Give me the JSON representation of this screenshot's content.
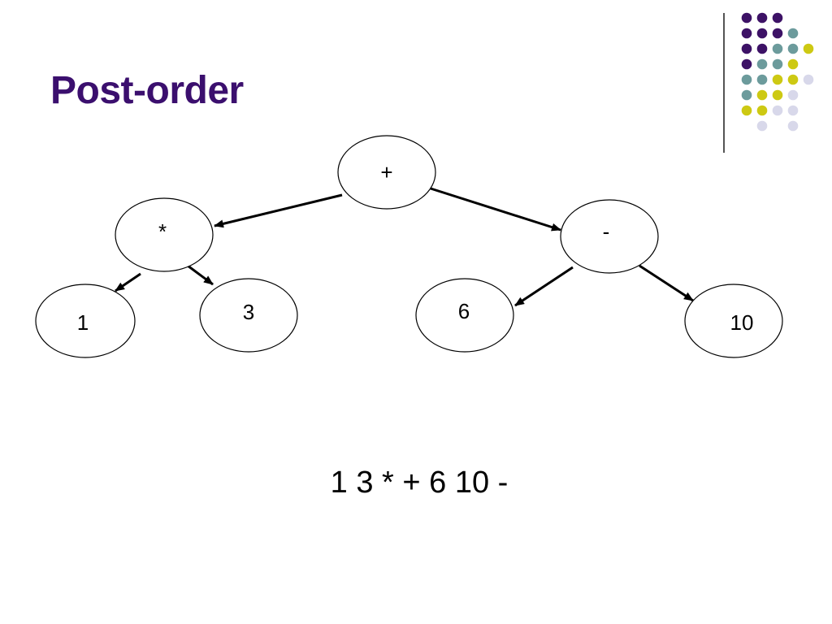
{
  "slide": {
    "title": "Post-order",
    "expression": "1 3 * + 6 10 -"
  },
  "tree": {
    "nodes": [
      {
        "id": "root",
        "label": "+",
        "name": "tree-node-plus"
      },
      {
        "id": "mul",
        "label": "*",
        "name": "tree-node-multiply"
      },
      {
        "id": "sub",
        "label": "-",
        "name": "tree-node-minus"
      },
      {
        "id": "n1",
        "label": "1",
        "name": "tree-node-1"
      },
      {
        "id": "n3",
        "label": "3",
        "name": "tree-node-3"
      },
      {
        "id": "n6",
        "label": "6",
        "name": "tree-node-6"
      },
      {
        "id": "n10",
        "label": "10",
        "name": "tree-node-10"
      }
    ],
    "edges": [
      {
        "from": "root",
        "to": "mul"
      },
      {
        "from": "root",
        "to": "sub"
      },
      {
        "from": "mul",
        "to": "n1"
      },
      {
        "from": "mul",
        "to": "n3"
      },
      {
        "from": "sub",
        "to": "n6"
      },
      {
        "from": "sub",
        "to": "n10"
      }
    ]
  },
  "colors": {
    "title": "#3b0f6e",
    "line": "#000000",
    "node_fill": "#ffffff",
    "node_stroke": "#000000",
    "dot_purple": "#3d1266",
    "dot_teal": "#6c9b9c",
    "dot_yellow": "#cdc913",
    "dot_lavender": "#d8d8ea"
  },
  "decoration": {
    "dot_pattern": [
      [
        1,
        1,
        1,
        0,
        0
      ],
      [
        1,
        1,
        1,
        2,
        0
      ],
      [
        1,
        1,
        2,
        2,
        3
      ],
      [
        1,
        2,
        2,
        3,
        0
      ],
      [
        2,
        2,
        3,
        3,
        4
      ],
      [
        2,
        3,
        3,
        4,
        0
      ],
      [
        3,
        3,
        4,
        4,
        0
      ],
      [
        0,
        4,
        0,
        4,
        0
      ]
    ]
  }
}
